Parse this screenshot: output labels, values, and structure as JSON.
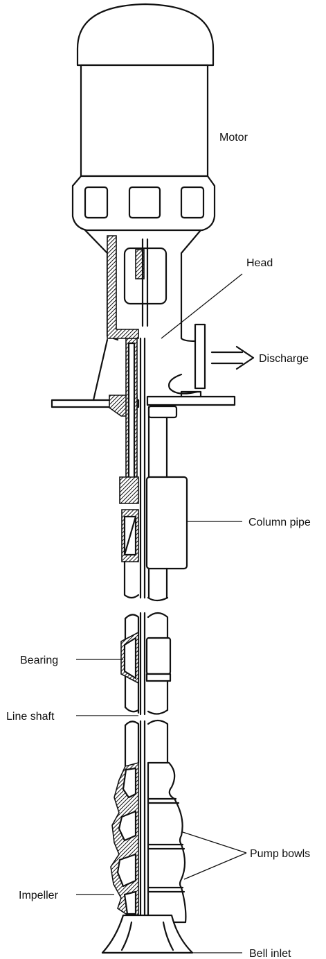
{
  "labels": {
    "motor": "Motor",
    "head": "Head",
    "discharge": "Discharge",
    "column_pipe": "Column pipe",
    "bearing": "Bearing",
    "line_shaft": "Line shaft",
    "pump_bowls": "Pump bowls",
    "impeller": "Impeller",
    "bell_inlet": "Bell inlet"
  }
}
